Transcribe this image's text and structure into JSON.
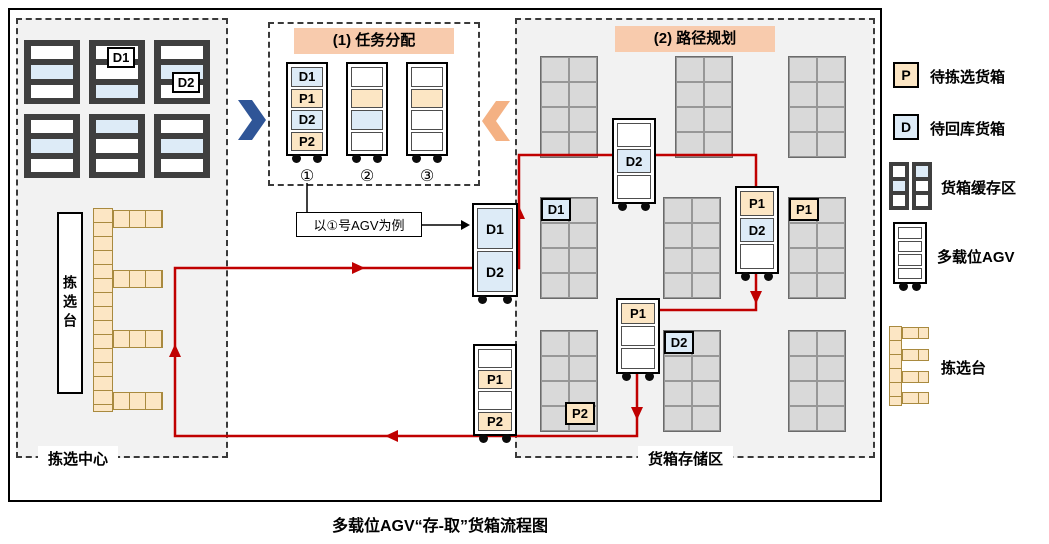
{
  "title": "多载位AGV“存-取”货箱流程图",
  "picking_center": {
    "label": "拣选中心",
    "station_label": "拣选台",
    "buffer_tags": {
      "d1": "D1",
      "d2": "D2"
    }
  },
  "task_allocation": {
    "title": "(1) 任务分配",
    "note": "以①号AGV为例",
    "agv1": {
      "number": "①",
      "slots": [
        "D1",
        "P1",
        "D2",
        "P2"
      ]
    },
    "agv2": {
      "number": "②"
    },
    "agv3": {
      "number": "③"
    }
  },
  "path_planning": {
    "title": "(2) 路径规划",
    "storage_label": "货箱存储区",
    "rack_tags": {
      "d1": "D1",
      "p1": "P1",
      "p2": "P2",
      "d2": "D2"
    },
    "example_agv_slots": [
      "D1",
      "D2"
    ],
    "agv_top_slot": "D2",
    "agv_right_slots": [
      "P1",
      "D2"
    ],
    "agv_mid_slot": "P1",
    "agv_bottom_slots": [
      "P1",
      "P2"
    ]
  },
  "legend": {
    "items": [
      {
        "symbol": "P",
        "label": "待拣选货箱"
      },
      {
        "symbol": "D",
        "label": "待回库货箱"
      },
      {
        "label": "货箱缓存区"
      },
      {
        "label": "多载位AGV"
      },
      {
        "label": "拣选台"
      }
    ]
  },
  "colors": {
    "p_fill": "#FCE6C4",
    "d_fill": "#DDEBF7",
    "header_fill": "#F8CBAD",
    "rack_cell": "#D9D9D9",
    "rack_dark": "#3F3F3F",
    "path_red": "#C00000",
    "arrow_blue": "#2F5597",
    "arrow_orange": "#F4B183",
    "comb_fill": "#FCE6C4",
    "comb_line": "#A98A3F"
  }
}
